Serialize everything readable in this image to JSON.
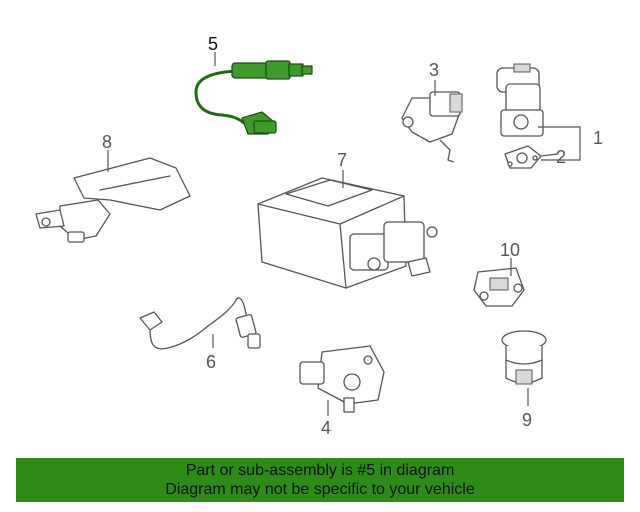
{
  "diagram": {
    "callouts": [
      {
        "id": "1",
        "label": "1"
      },
      {
        "id": "2",
        "label": "2"
      },
      {
        "id": "3",
        "label": "3"
      },
      {
        "id": "4",
        "label": "4"
      },
      {
        "id": "5",
        "label": "5"
      },
      {
        "id": "6",
        "label": "6"
      },
      {
        "id": "7",
        "label": "7"
      },
      {
        "id": "8",
        "label": "8"
      },
      {
        "id": "9",
        "label": "9"
      },
      {
        "id": "10",
        "label": "10"
      }
    ],
    "highlighted_part": "5",
    "highlight_color": "#2f8a17"
  },
  "banner": {
    "line1": "Part or sub-assembly is #5 in diagram",
    "line2": "Diagram may not be specific to your vehicle",
    "background": "#2f8a17"
  }
}
